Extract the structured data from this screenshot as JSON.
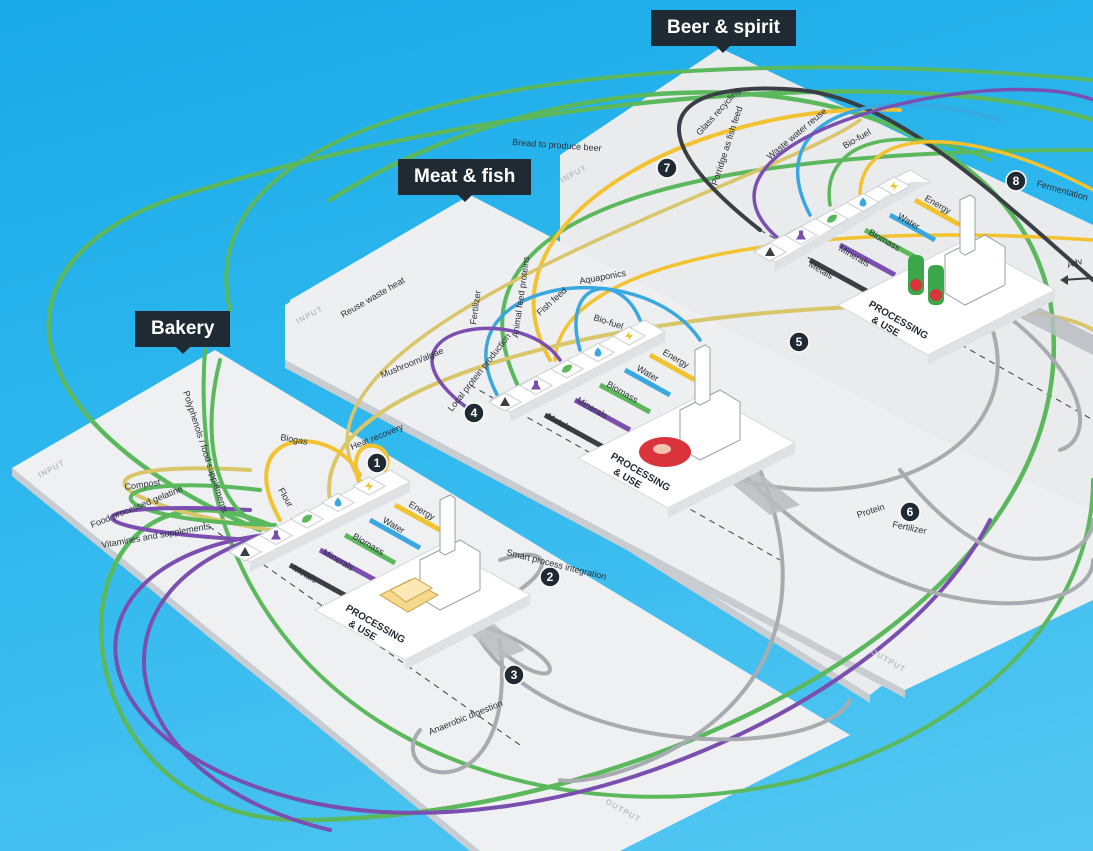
{
  "panels": [
    {
      "title": "Beer & spirit",
      "input_label": "INPUT",
      "output_label": "OUTPUT",
      "process_label_1": "PROCESSING",
      "process_label_2": "& USE",
      "product_icon": "beer-bottles-icon",
      "resources": [
        "Energy",
        "Water",
        "Biomass",
        "Minerals",
        "Metals"
      ],
      "flow_labels": [
        "Bread to produce beer",
        "Glass recycling",
        "Porridge as fish feed",
        "Waste water reuse",
        "Bio-fuel",
        "Fermentation",
        "Adv"
      ]
    },
    {
      "title": "Meat & fish",
      "input_label": "INPUT",
      "output_label": "OUTPUT",
      "process_label_1": "PROCESSING",
      "process_label_2": "& USE",
      "product_icon": "steak-icon",
      "resources": [
        "Energy",
        "Water",
        "Biomass",
        "Minerals",
        "Metals"
      ],
      "flow_labels": [
        "Reuse waste heat",
        "Fertilizer",
        "Animal feed proteins",
        "Fish feed",
        "Aquaponics",
        "Bio-fuel",
        "Mushroom/algae",
        "Local protein production",
        "Protein",
        "Fertilizer"
      ]
    },
    {
      "title": "Bakery",
      "input_label": "INPUT",
      "output_label": "OUTPUT",
      "process_label_1": "PROCESSING",
      "process_label_2": "& USE",
      "product_icon": "bread-icon",
      "resources": [
        "Energy",
        "Water",
        "Biomass",
        "Minerals",
        "Metals"
      ],
      "flow_labels": [
        "Polyphenols / food supplements",
        "Biogas",
        "Heat recovery",
        "Compost",
        "Food processed gelatine",
        "Vitamines and supplements",
        "Flour",
        "Smart process integration",
        "Anaerobic digestion"
      ]
    }
  ],
  "markers": [
    "1",
    "2",
    "3",
    "4",
    "5",
    "6",
    "7",
    "8"
  ],
  "colors": {
    "energy": "#f2c230",
    "water": "#3aa8e0",
    "biomass": "#5cb85c",
    "minerals": "#7a4fb0",
    "metals": "#3a3f45",
    "output": "#a8acb0",
    "panel": "#ebedef",
    "label_bg": "#1f2a33"
  }
}
